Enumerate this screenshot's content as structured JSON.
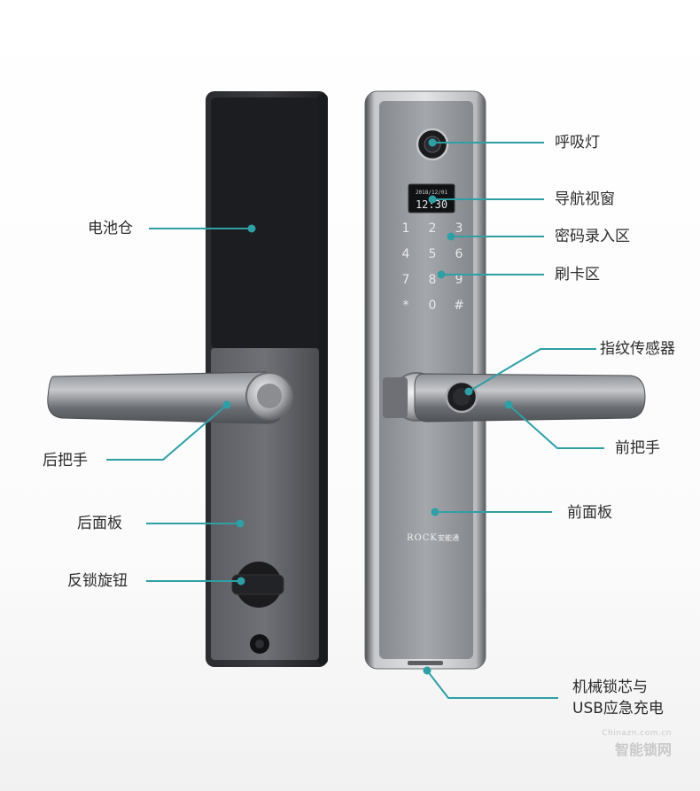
{
  "callouts_left": {
    "battery": "电池仓",
    "rear_handle": "后把手",
    "rear_panel": "后面板",
    "thumb_turn": "反锁旋钮"
  },
  "callouts_right": {
    "breathing_light": "呼吸灯",
    "nav_window": "导航视窗",
    "keypad_area": "密码录入区",
    "card_area": "刷卡区",
    "fingerprint": "指纹传感器",
    "front_handle": "前把手",
    "front_panel": "前面板",
    "mech_core_line1": "机械锁芯与",
    "mech_core_line2": "USB应急充电"
  },
  "lock": {
    "display_date": "2018/12/01",
    "display_time": "12:30",
    "keys": [
      "1",
      "2",
      "3",
      "4",
      "5",
      "6",
      "7",
      "8",
      "9",
      "*",
      "0",
      "#"
    ],
    "brand": "ROCK",
    "brand_cn": "安能通"
  },
  "watermark": {
    "url": "Chinazn.com.cn",
    "name": "智能锁网"
  },
  "colors": {
    "accent": "#2f9fa6",
    "rear_body": "#2a2b2e",
    "front_body": "#8e9196"
  }
}
